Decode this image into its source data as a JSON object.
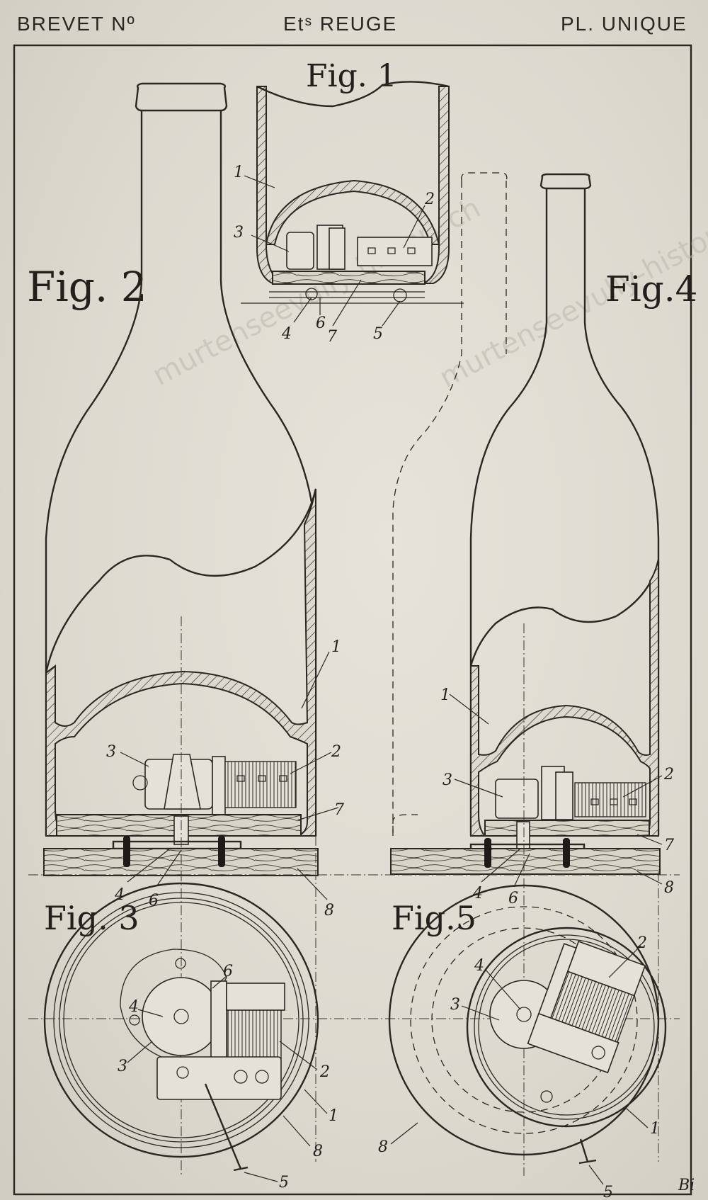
{
  "header": {
    "left": "BREVET Nº",
    "center_prefix": "Etˢ",
    "center": "REUGE",
    "right": "PL. UNIQUE"
  },
  "figures": {
    "fig1": "Fig. 1",
    "fig2": "Fig. 2",
    "fig3": "Fig. 3",
    "fig4": "Fig.4",
    "fig5": "Fig.5"
  },
  "numbers": {
    "n1": "1",
    "n2": "2",
    "n3": "3",
    "n4": "4",
    "n5": "5",
    "n6": "6",
    "n7": "7",
    "n8": "8"
  },
  "watermark": "murtenseevully-history.ch",
  "corner_mark": "Bi"
}
